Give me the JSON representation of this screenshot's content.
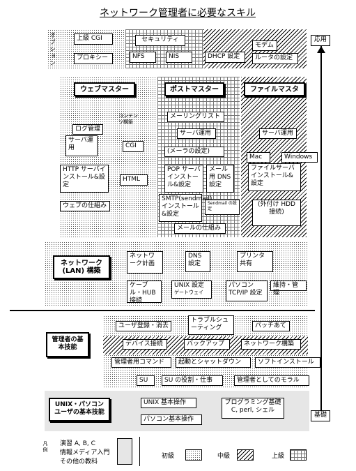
{
  "title": "ネットワーク管理者に必要なスキル",
  "arrow": {
    "top": "応用",
    "bottom": "基礎"
  },
  "top_section": {
    "side_label": "オプション",
    "items": [
      "上級 CGI",
      "プロキシー",
      "セキュリティ",
      "NFS",
      "NIS",
      "DHCP 設定",
      "モデム",
      "ルータの設定"
    ]
  },
  "masters": {
    "web": {
      "title": "ウェブマスター",
      "items": [
        "ログ管理",
        "サーバ運用",
        "HTTP サーバインストール&設定",
        "ウェブの仕組み",
        "CGI",
        "HTML"
      ],
      "side_note": "コンテンツ構築"
    },
    "post": {
      "title": "ポストマスター",
      "items": [
        "メーリングリスト",
        "サーバ運用",
        "(メーラの設定)",
        "POP サーバインストール&設定",
        "メール用 DNS 設定",
        "SMTP(sendmail)インストール&設定",
        "Sendmail の設定",
        "メールの仕組み"
      ]
    },
    "file": {
      "title": "ファイルマスター",
      "items": [
        "サーバ運用",
        "Mac",
        "Windows",
        "ファイルサーバインストール&設定",
        "(外付け HDD 接続)"
      ]
    }
  },
  "lan": {
    "title": "ネットワーク (LAN) 構築",
    "items": [
      "ネットワーク計画",
      "DNS 設定",
      "プリンタ共有",
      "ケーブル・HUB 接続",
      "UNIX 設定",
      "ゲートウェイ",
      "パソコン TCP/IP 設定",
      "維持・管理"
    ]
  },
  "admin": {
    "title": "管理者の基本技能",
    "items": [
      "ユーザ登録・消去",
      "トラブルシューティング",
      "パッチあて",
      "デバイス接続",
      "バックアップ",
      "ネットワーク構築",
      "管理者用コマンド",
      "起動とシャットダウン",
      "ソフトインストール",
      "SU",
      "SU の役割・仕事",
      "管理者としてのモラル"
    ]
  },
  "basic": {
    "title": "UNIX・パソコンユーザの基本技能",
    "items": [
      "UNIX 基本操作",
      "パソコン基本操作",
      "プログラミング基礎 C, perl, シェル"
    ]
  },
  "legend": {
    "note_label": "凡例",
    "courses": [
      "演習 A, B, C",
      "情報メディア入門",
      "その他の教科"
    ],
    "levels": [
      "初級",
      "中級",
      "上級"
    ]
  }
}
